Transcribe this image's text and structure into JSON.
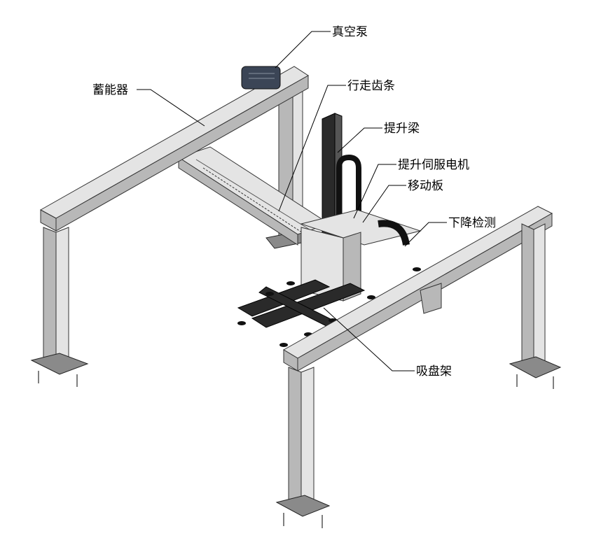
{
  "title": "Gantry robot assembly diagram",
  "labels": {
    "vacuum_pump": "真空泵",
    "accumulator": "蓄能器",
    "travel_rack": "行走齿条",
    "lift_beam": "提升梁",
    "lift_servo_motor": "提升伺服电机",
    "moving_plate": "移动板",
    "descent_detection": "下降检测",
    "suction_cup_frame": "吸盘架"
  },
  "colors": {
    "frame_top": "#e4e4e4",
    "frame_side": "#b8b8b8",
    "dark_parts": "#2a2a2a"
  }
}
